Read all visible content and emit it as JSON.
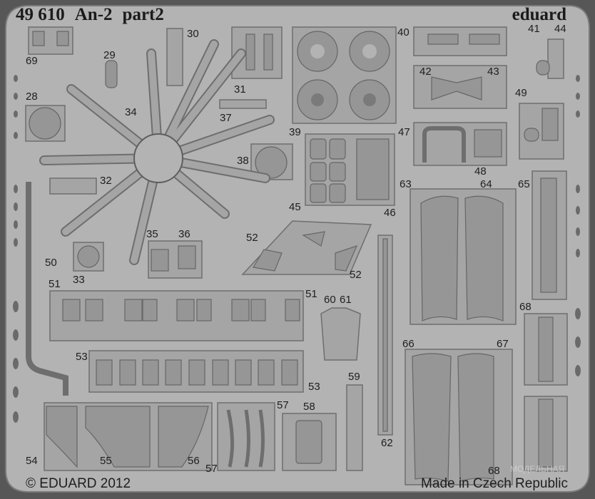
{
  "header": {
    "catalog_number": "49 610",
    "model": "An-2",
    "part": "part2",
    "brand": "eduard"
  },
  "footer": {
    "copyright": "© EDUARD 2012",
    "origin": "Made in Czech Republic"
  },
  "watermark": "МОДЕЛЬНАЯ",
  "part_labels": [
    "69",
    "30",
    "29",
    "28",
    "34",
    "31",
    "37",
    "32",
    "38",
    "39",
    "40",
    "41",
    "44",
    "42",
    "43",
    "49",
    "47",
    "48",
    "45",
    "46",
    "63",
    "64",
    "65",
    "35",
    "36",
    "33",
    "50",
    "52",
    "52",
    "51",
    "51",
    "60",
    "61",
    "68",
    "53",
    "53",
    "66",
    "67",
    "59",
    "62",
    "57",
    "58",
    "54",
    "55",
    "56",
    "57",
    "68"
  ],
  "colors": {
    "background": "#575757",
    "fret": "#b3b3b3",
    "part": "#a5a5a5",
    "text": "#1e1e1e"
  }
}
